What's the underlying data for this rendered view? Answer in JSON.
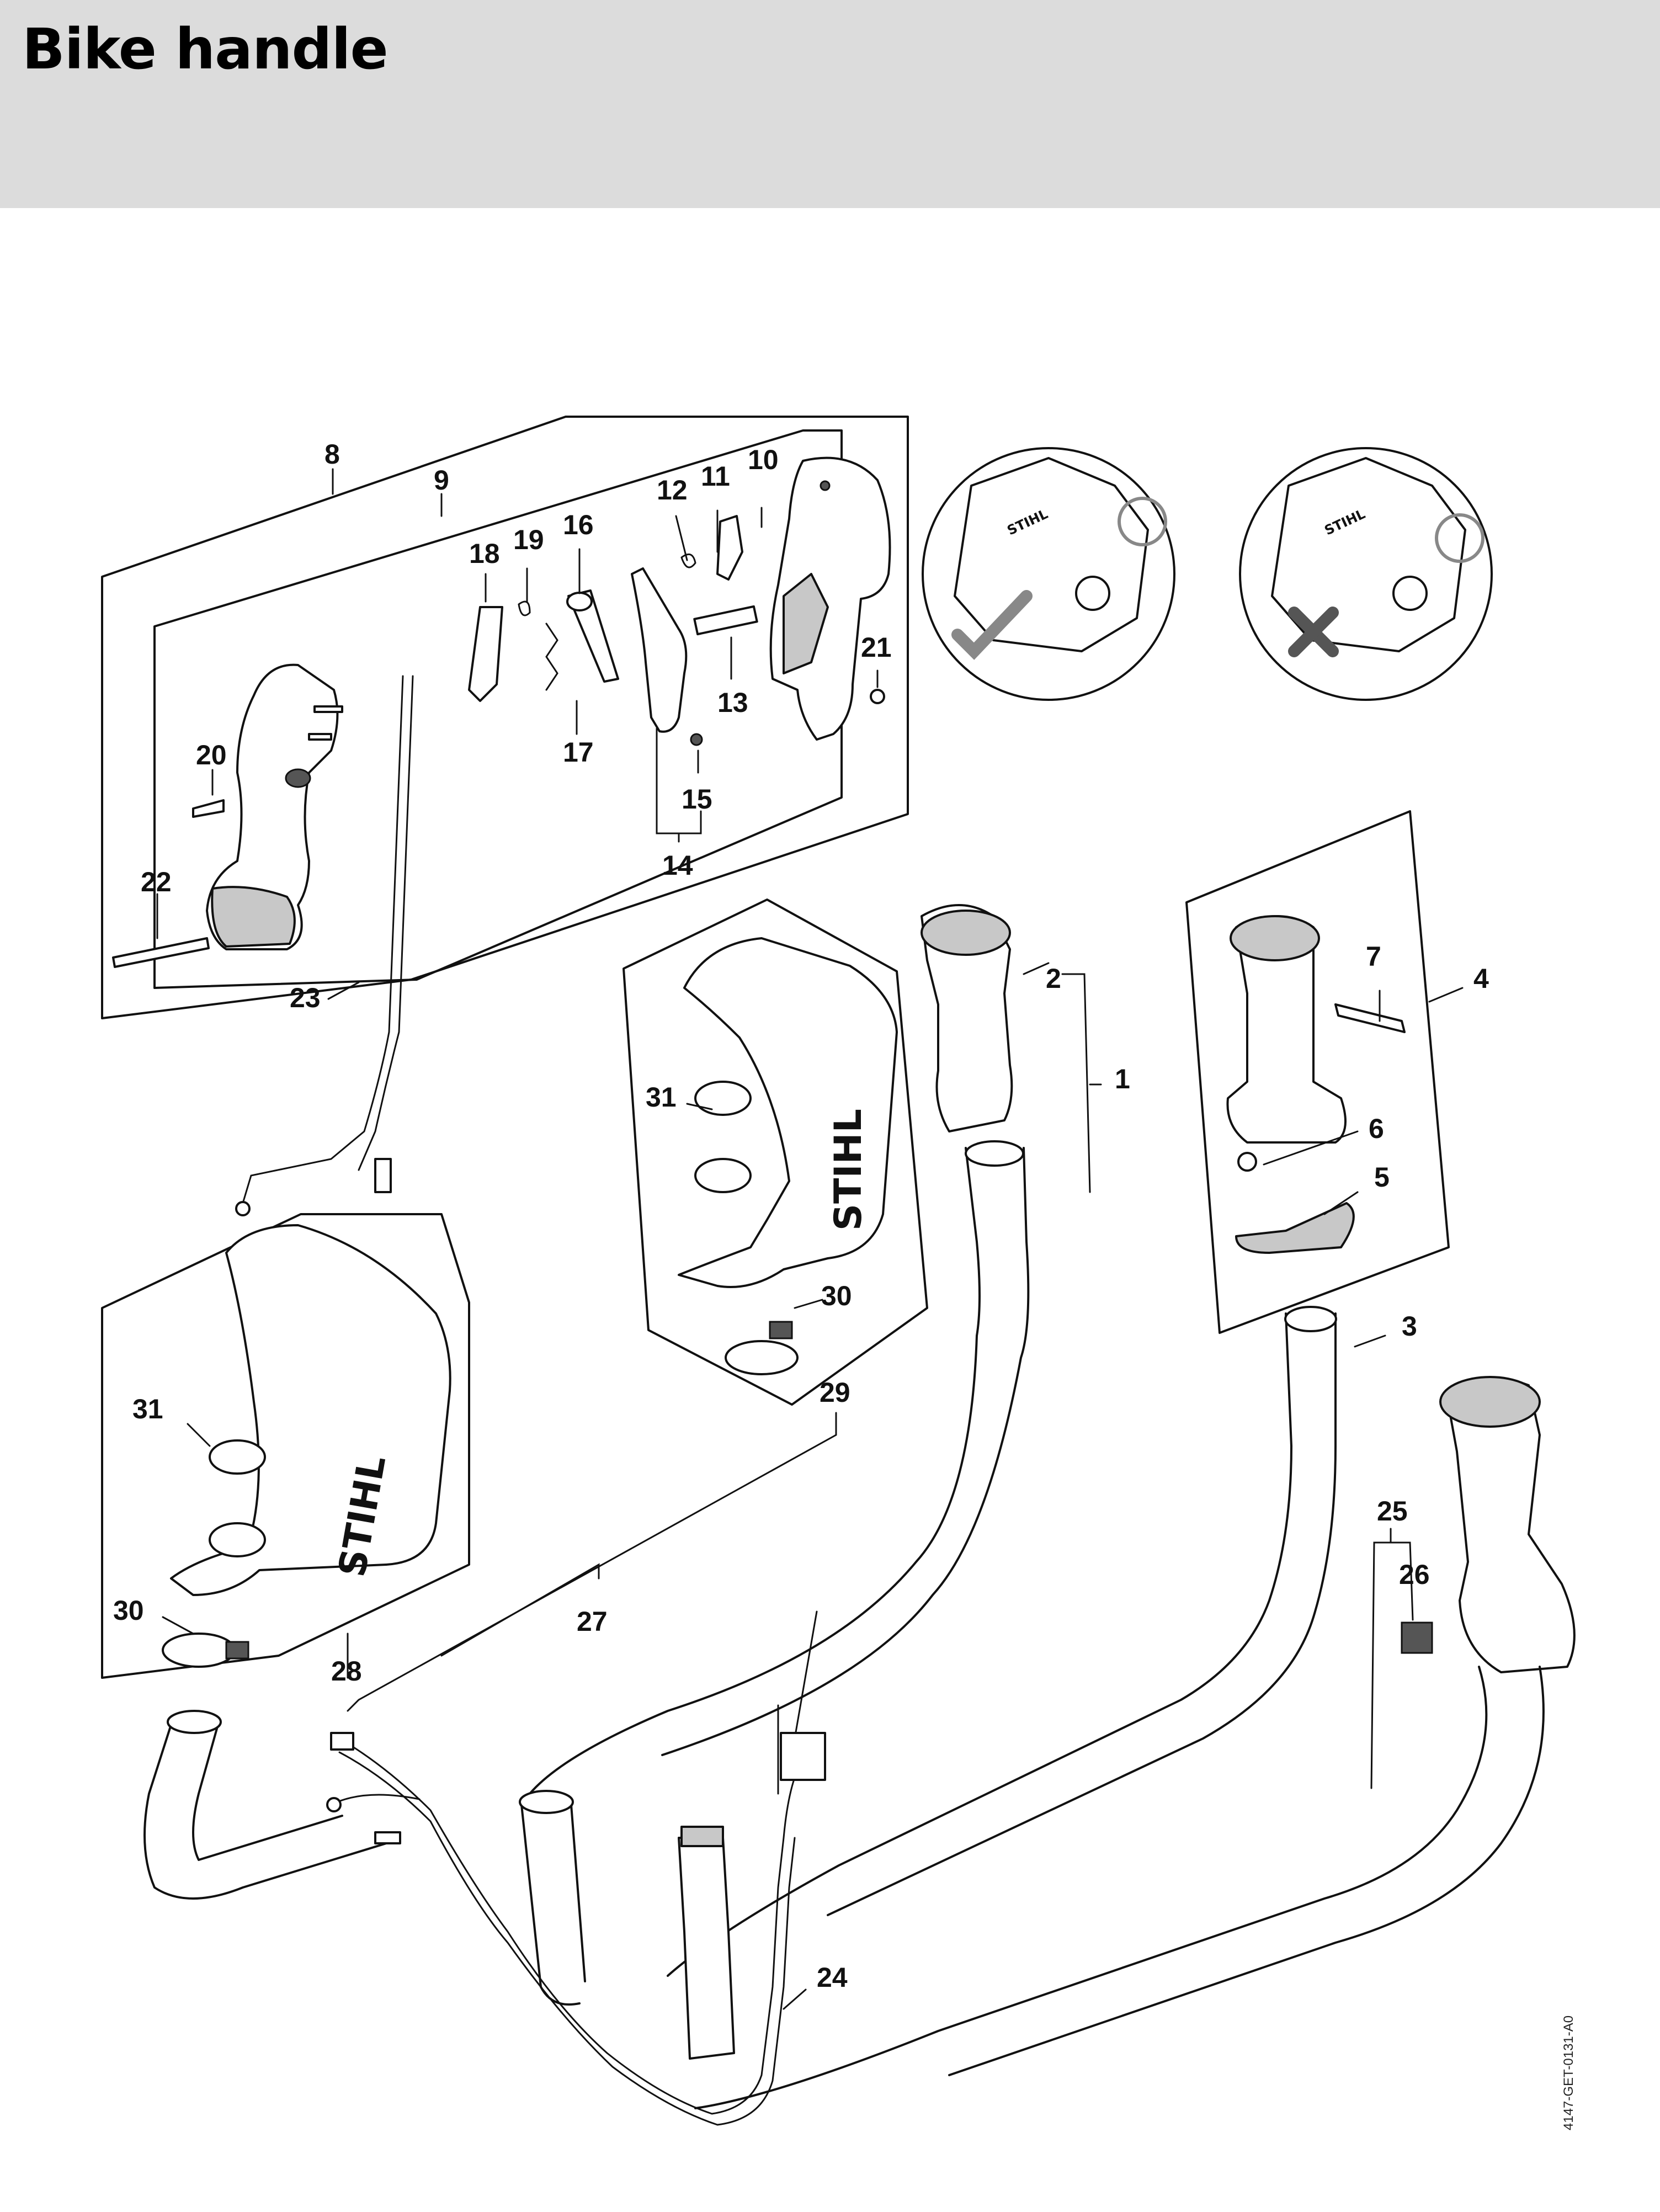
{
  "title": "Bike handle",
  "document_code": "4147-GET-0131-A0",
  "brand_logo": "STIHL",
  "callouts": [
    "1",
    "2",
    "3",
    "4",
    "5",
    "6",
    "7",
    "8",
    "9",
    "10",
    "11",
    "12",
    "13",
    "14",
    "15",
    "16",
    "17",
    "18",
    "19",
    "20",
    "21",
    "22",
    "23",
    "24",
    "25",
    "26",
    "27",
    "28",
    "29",
    "30",
    "31"
  ],
  "detail_views": [
    {
      "name": "correct-assembly",
      "mark_icon": "check-mark-icon"
    },
    {
      "name": "incorrect-assembly",
      "mark_icon": "cross-mark-icon"
    }
  ]
}
